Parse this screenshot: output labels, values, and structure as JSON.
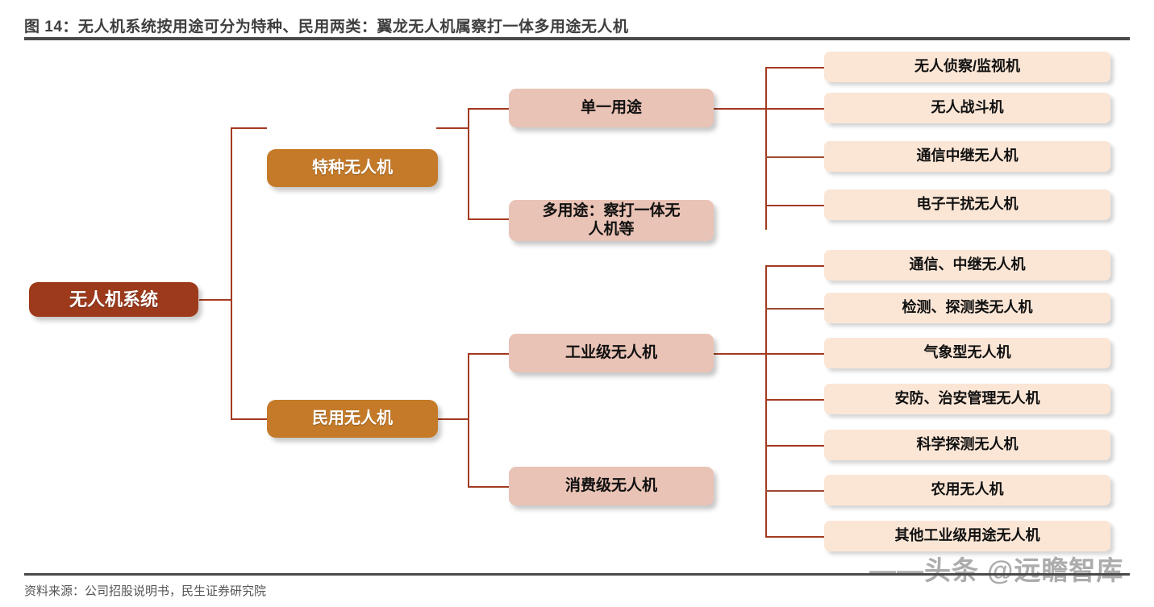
{
  "header": {
    "title": "图 14：无人机系统按用途可分为特种、民用两类：翼龙无人机属察打一体多用途无人机"
  },
  "footer": {
    "source": "资料来源：公司招股说明书，民生证券研究院",
    "watermark": "——头条 @远瞻智库"
  },
  "colors": {
    "root_fill": "#9c3a1b",
    "level1_fill": "#c47a28",
    "level2_fill": "#e9c3b5",
    "leaf_fill": "#fbe6d6",
    "connector": "#a33a20",
    "title_text": "#3f3f3f",
    "rule": "#4a4a4a",
    "watermark": "#8d8d8d"
  },
  "chart_data": {
    "type": "tree-diagram",
    "title": "无人机系统按用途可分为特种、民用两类",
    "root": "无人机系统",
    "nodes": {
      "root": "无人机系统",
      "level1": [
        "特种无人机",
        "民用无人机"
      ],
      "level2_special": [
        "单一用途",
        "多用途：察打一体无人机等"
      ],
      "level2_civil": [
        "工业级无人机",
        "消费级无人机"
      ],
      "leaves_single_use": [
        "无人侦察/监视机",
        "无人战斗机",
        "通信中继无人机",
        "电子干扰无人机"
      ],
      "leaves_industrial": [
        "通信、中继无人机",
        "检测、探测类无人机",
        "气象型无人机",
        "安防、治安管理无人机",
        "科学探测无人机",
        "农用无人机",
        "其他工业级用途无人机"
      ]
    }
  },
  "diagram": {
    "root": {
      "label": "无人机系统"
    },
    "branch_special": {
      "label": "特种无人机",
      "children": [
        {
          "label": "单一用途"
        },
        {
          "label": "多用途：察打一体无\n人机等"
        }
      ],
      "leaves": [
        {
          "label": "无人侦察/监视机"
        },
        {
          "label": "无人战斗机"
        },
        {
          "label": "通信中继无人机"
        },
        {
          "label": "电子干扰无人机"
        }
      ]
    },
    "branch_civil": {
      "label": "民用无人机",
      "children": [
        {
          "label": "工业级无人机"
        },
        {
          "label": "消费级无人机"
        }
      ],
      "leaves": [
        {
          "label": "通信、中继无人机"
        },
        {
          "label": "检测、探测类无人机"
        },
        {
          "label": "气象型无人机"
        },
        {
          "label": "安防、治安管理无人机"
        },
        {
          "label": "科学探测无人机"
        },
        {
          "label": "农用无人机"
        },
        {
          "label": "其他工业级用途无人机"
        }
      ]
    }
  }
}
